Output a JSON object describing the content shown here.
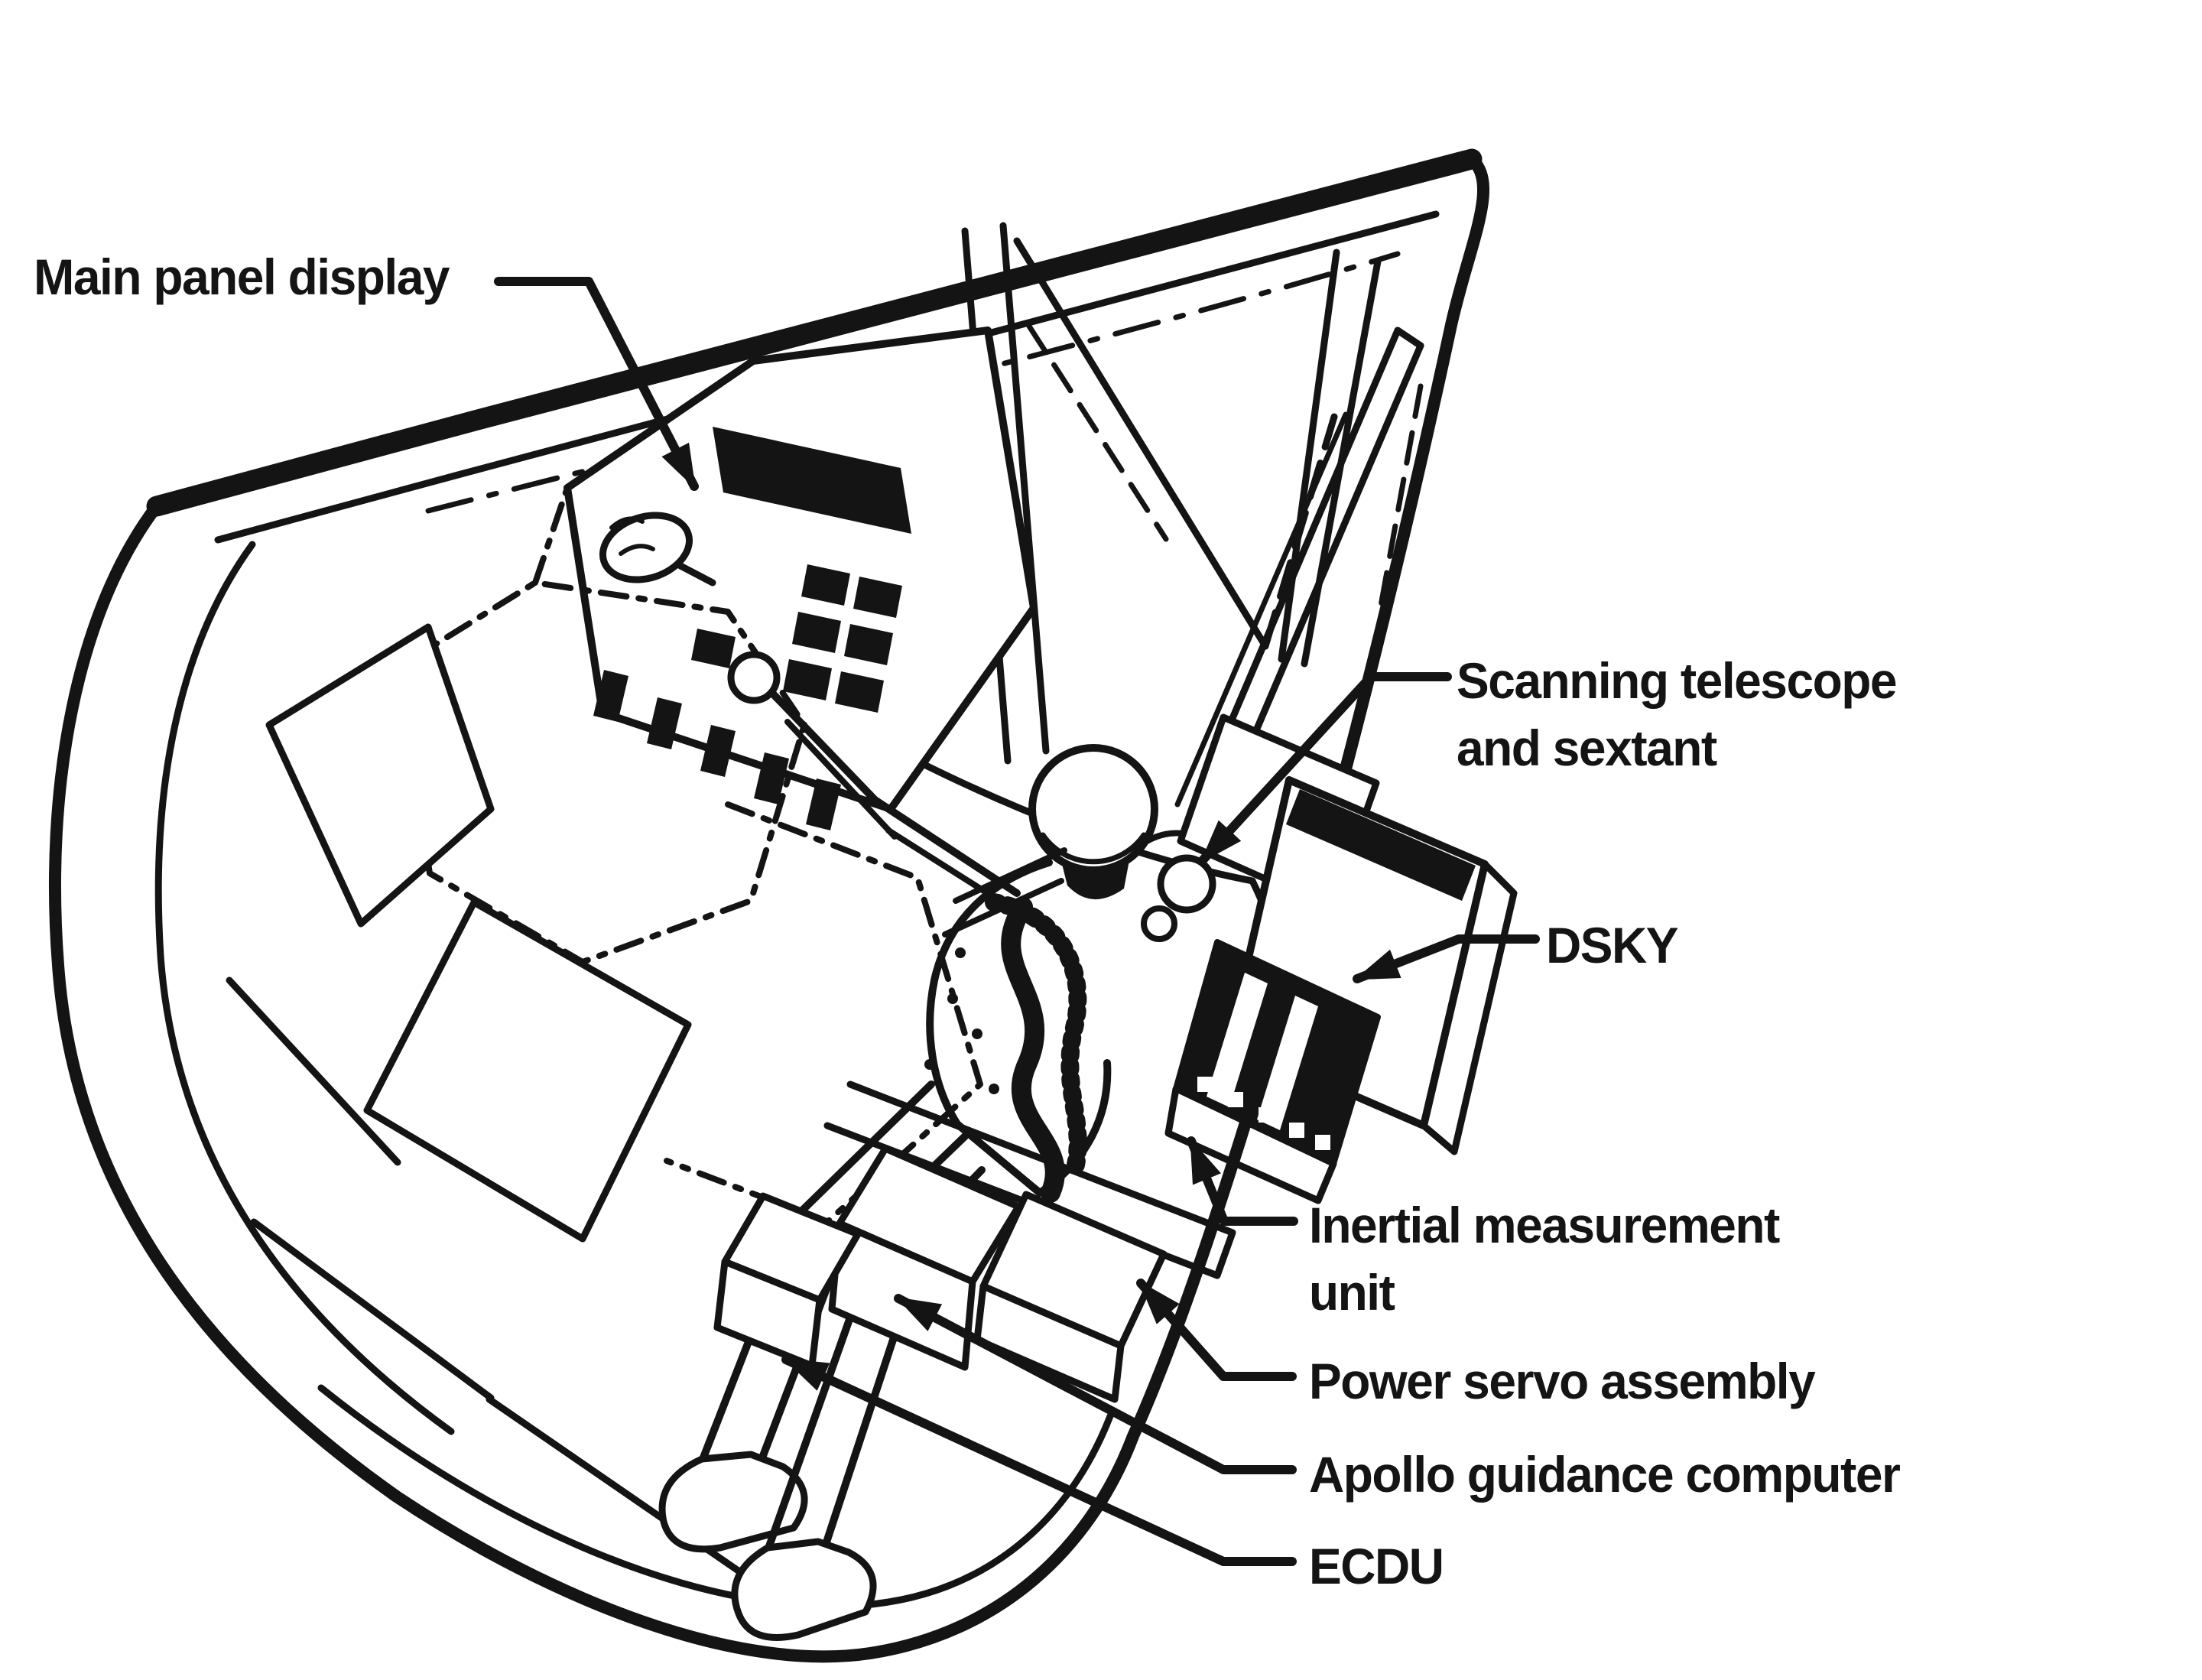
{
  "figure": {
    "kind": "technical-cutaway-diagram",
    "subject": "Apollo command module interior with astronaut at the guidance and navigation station",
    "background_color": "#ffffff",
    "ink_color": "#141414"
  },
  "labels": {
    "main_panel_display": {
      "text": "Main panel display"
    },
    "scanning_telescope": {
      "line1": "Scanning telescope",
      "line2": "and sextant"
    },
    "dsky": {
      "text": "DSKY"
    },
    "inertial_measurement_unit": {
      "line1": "Inertial measurement",
      "line2": "unit"
    },
    "power_servo_assembly": {
      "text": "Power servo assembly"
    },
    "apollo_guidance_computer": {
      "text": "Apollo guidance computer"
    },
    "ecdu": {
      "text": "ECDU"
    }
  }
}
